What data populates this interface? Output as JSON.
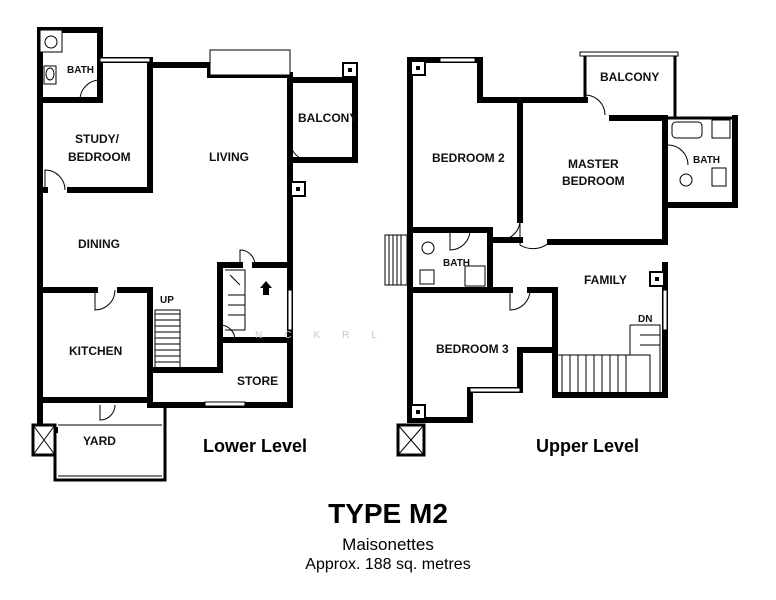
{
  "lower_level": {
    "label": "Lower Level",
    "rooms": {
      "bath": "BATH",
      "study_line1": "STUDY/",
      "study_line2": "BEDROOM",
      "living": "LIVING",
      "balcony": "BALCONY",
      "dining": "DINING",
      "kitchen": "KITCHEN",
      "up": "UP",
      "store": "STORE",
      "yard": "YARD"
    }
  },
  "upper_level": {
    "label": "Upper Level",
    "rooms": {
      "balcony": "BALCONY",
      "bedroom2": "BEDROOM 2",
      "master_line1": "MASTER",
      "master_line2": "BEDROOM",
      "bath_master": "BATH",
      "bath_common": "BATH",
      "family": "FAMILY",
      "dn": "DN",
      "bedroom3": "BEDROOM 3"
    }
  },
  "watermark": "NCKRL",
  "title": "TYPE M2",
  "subtitle": "Maisonettes",
  "area": "Approx. 188 sq. metres"
}
